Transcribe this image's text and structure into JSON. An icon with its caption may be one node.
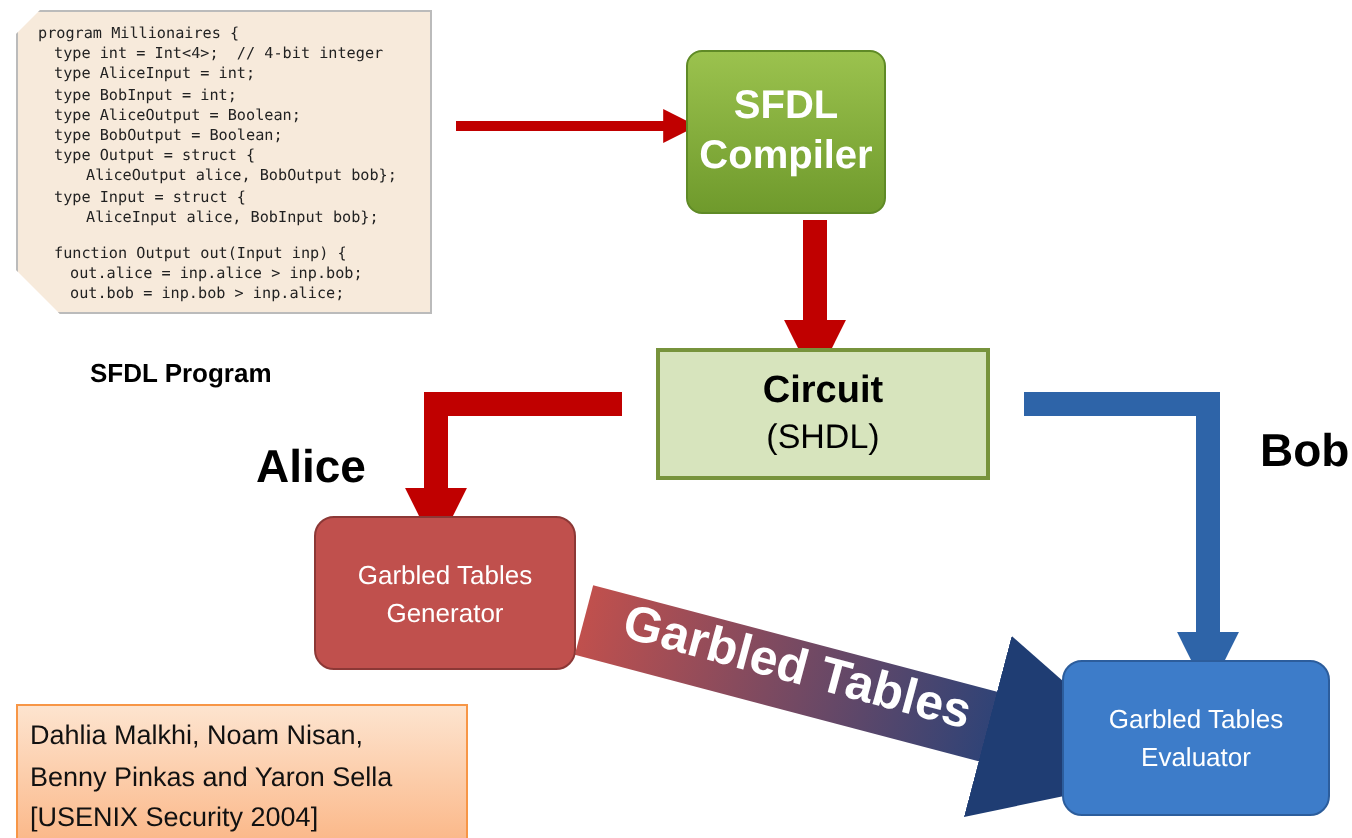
{
  "diagram": {
    "nodes": [
      {
        "text": [
          "program Millionaires {",
          "type int = Int<4>;  // 4-bit integer",
          "type AliceInput = int;",
          "type BobInput = int;",
          "type AliceOutput = Boolean;",
          "type BobOutput = Boolean;",
          "type Output = struct {",
          "AliceOutput alice, BobOutput bob};",
          "type Input = struct {",
          "AliceInput alice, BobInput bob};",
          "function Output out(Input inp) {",
          "out.alice = inp.alice > inp.bob;",
          "out.bob = inp.bob > inp.alice;"
        ],
        "beside": [
          "SFDL Program"
        ]
      },
      {
        "text": [
          "SFDL Compiler"
        ]
      },
      {
        "text": [
          "Circuit",
          "(SHDL)"
        ]
      },
      {
        "text": [
          "Garbled Tables Generator"
        ]
      },
      {
        "text": [
          "Garbled Tables Evaluator"
        ]
      },
      {
        "text": [
          "Dahlia Malkhi, Noam Nisan, Benny Pinkas and Yaron Sella [USENIX Security 2004]"
        ]
      }
    ],
    "edges": [
      {
        "from": 0,
        "to": 1,
        "arrow": "to"
      },
      {
        "from": 1,
        "to": 2,
        "arrow": "to"
      },
      {
        "from": 2,
        "to": 3,
        "arrow": "to",
        "label": "Alice"
      },
      {
        "from": 2,
        "to": 4,
        "arrow": "to",
        "label": "Bob",
        "color": "#2e64a8"
      },
      {
        "from": 3,
        "to": 4,
        "arrow": "to",
        "label": "Garbled Tables",
        "style": "thick"
      }
    ]
  }
}
